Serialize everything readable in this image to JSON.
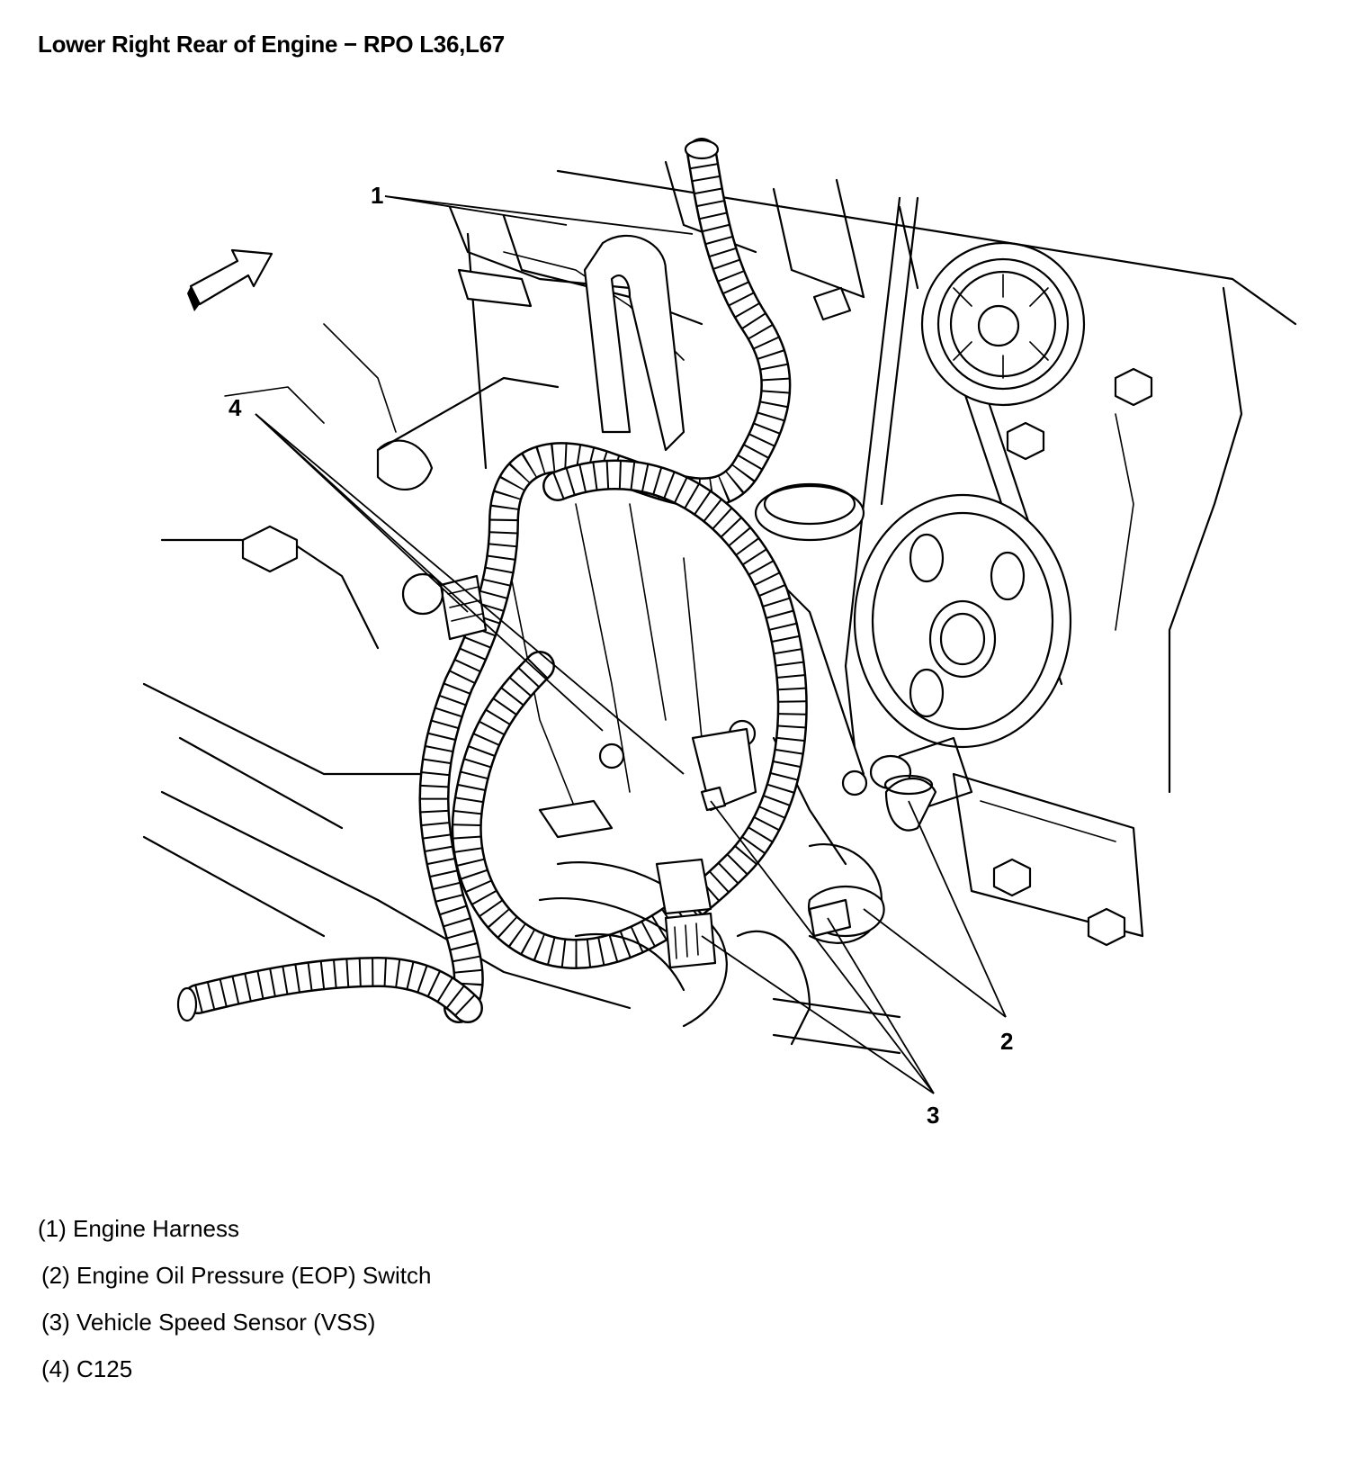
{
  "title": "Lower Right Rear of Engine − RPO L36,L67",
  "callouts": {
    "c1": "1",
    "c2": "2",
    "c3": "3",
    "c4": "4"
  },
  "legend": [
    {
      "num": "(1)",
      "label": "Engine Harness"
    },
    {
      "num": "(2)",
      "label": "Engine Oil Pressure (EOP) Switch"
    },
    {
      "num": "(3)",
      "label": "Vehicle Speed Sensor (VSS)"
    },
    {
      "num": "(4)",
      "label": "C125"
    }
  ],
  "icons": {
    "direction_arrow": "forward-arrow-icon"
  }
}
